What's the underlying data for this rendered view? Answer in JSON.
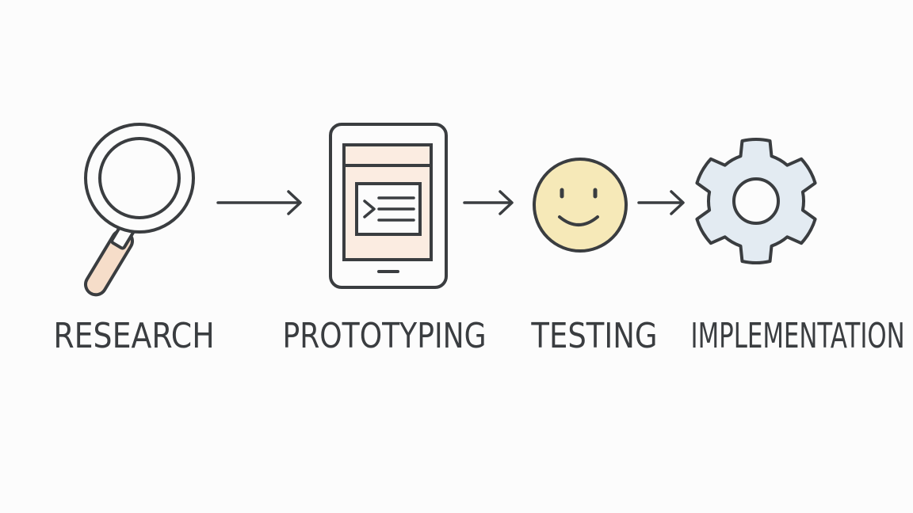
{
  "diagram": {
    "steps": [
      {
        "label": "RESEARCH",
        "icon": "magnifying-glass-icon"
      },
      {
        "label": "PROTOTYPING",
        "icon": "tablet-icon"
      },
      {
        "label": "TESTING",
        "icon": "smiley-face-icon"
      },
      {
        "label": "IMPLEMENTATION",
        "icon": "gear-icon"
      }
    ],
    "colors": {
      "stroke": "#3a3d40",
      "handle_fill": "#f6ddc9",
      "tablet_screen_fill": "#fbece1",
      "smiley_fill": "#f6e9b8",
      "gear_fill": "#e3ebf2",
      "background": "#fcfcfc"
    }
  }
}
